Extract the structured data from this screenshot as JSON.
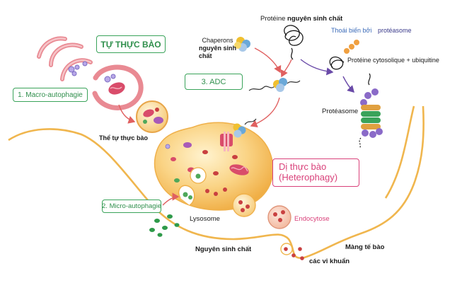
{
  "labels": {
    "tu_thuc_bao": "TỰ THỰC BÀO",
    "macro_autophagie": "1. Macro-autophagie",
    "adc": "3. ADC",
    "micro_autophagie": "2. Micro-autophagie",
    "the_tu_thuc_bao": "Thể tự thực bào",
    "chaperons": "Chaperons",
    "nguyen_sinh_chat_1": "nguyên sinh",
    "nguyen_sinh_chat_2": "chất",
    "proteine_prefix": "Protéine",
    "proteine_suffix": "nguyên sinh chất",
    "thoai_bien_boi": "Thoái biến bởi",
    "proteasome_top": "protéasome",
    "proteine_cytosolique": "Protéine cytosolique + ubiquitine",
    "proteasome": "Protéasome",
    "di_thuc_bao_1": "Dị thực bào",
    "di_thuc_bao_2": "(Heterophagy)",
    "lysosome": "Lysosome",
    "endocytose": "Endocytose",
    "nguyen_sinh_chat_bottom": "Nguyên sinh chất",
    "mang_te_bao": "Màng tế bào",
    "cac_vi_khuan": "các vi khuẩn"
  },
  "colors": {
    "green_box": "#3aa35a",
    "pink_box": "#d9417a",
    "membrane": "#f0b64e",
    "lysosome_fill": "#f7c95c",
    "mitochondria": "#d94c6a",
    "arrow": "#e06060",
    "purple_arrow": "#6a4aa8"
  }
}
